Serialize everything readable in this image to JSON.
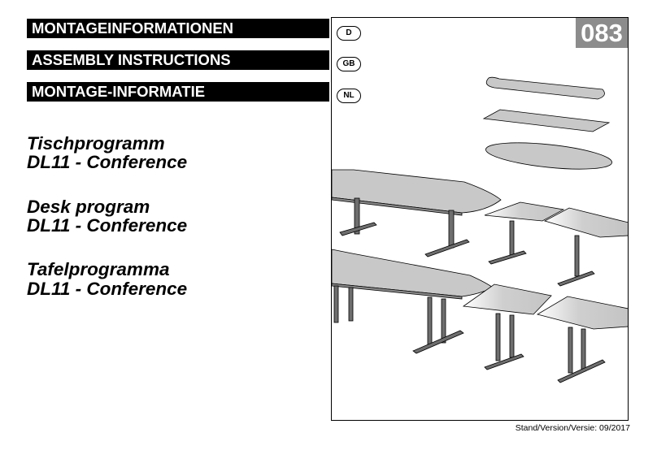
{
  "headers": [
    {
      "text": "MONTAGEINFORMATIONEN",
      "lang": "D"
    },
    {
      "text": "ASSEMBLY INSTRUCTIONS",
      "lang": "GB"
    },
    {
      "text": "MONTAGE-INFORMATIE",
      "lang": "NL"
    }
  ],
  "titles": [
    {
      "line1": "Tischprogramm",
      "line2": "DL11 - Conference"
    },
    {
      "line1": "Desk program",
      "line2": "DL11 - Conference"
    },
    {
      "line1": "Tafelprogramma",
      "line2": "DL11 - Conference"
    }
  ],
  "badge": "083",
  "footer": "Stand/Version/Versie: 09/2017",
  "colors": {
    "header_bg": "#000000",
    "badge_bg": "#8c8c8c",
    "tabletop": "#c8c8c8",
    "frame_leg": "#6e6e6e"
  }
}
